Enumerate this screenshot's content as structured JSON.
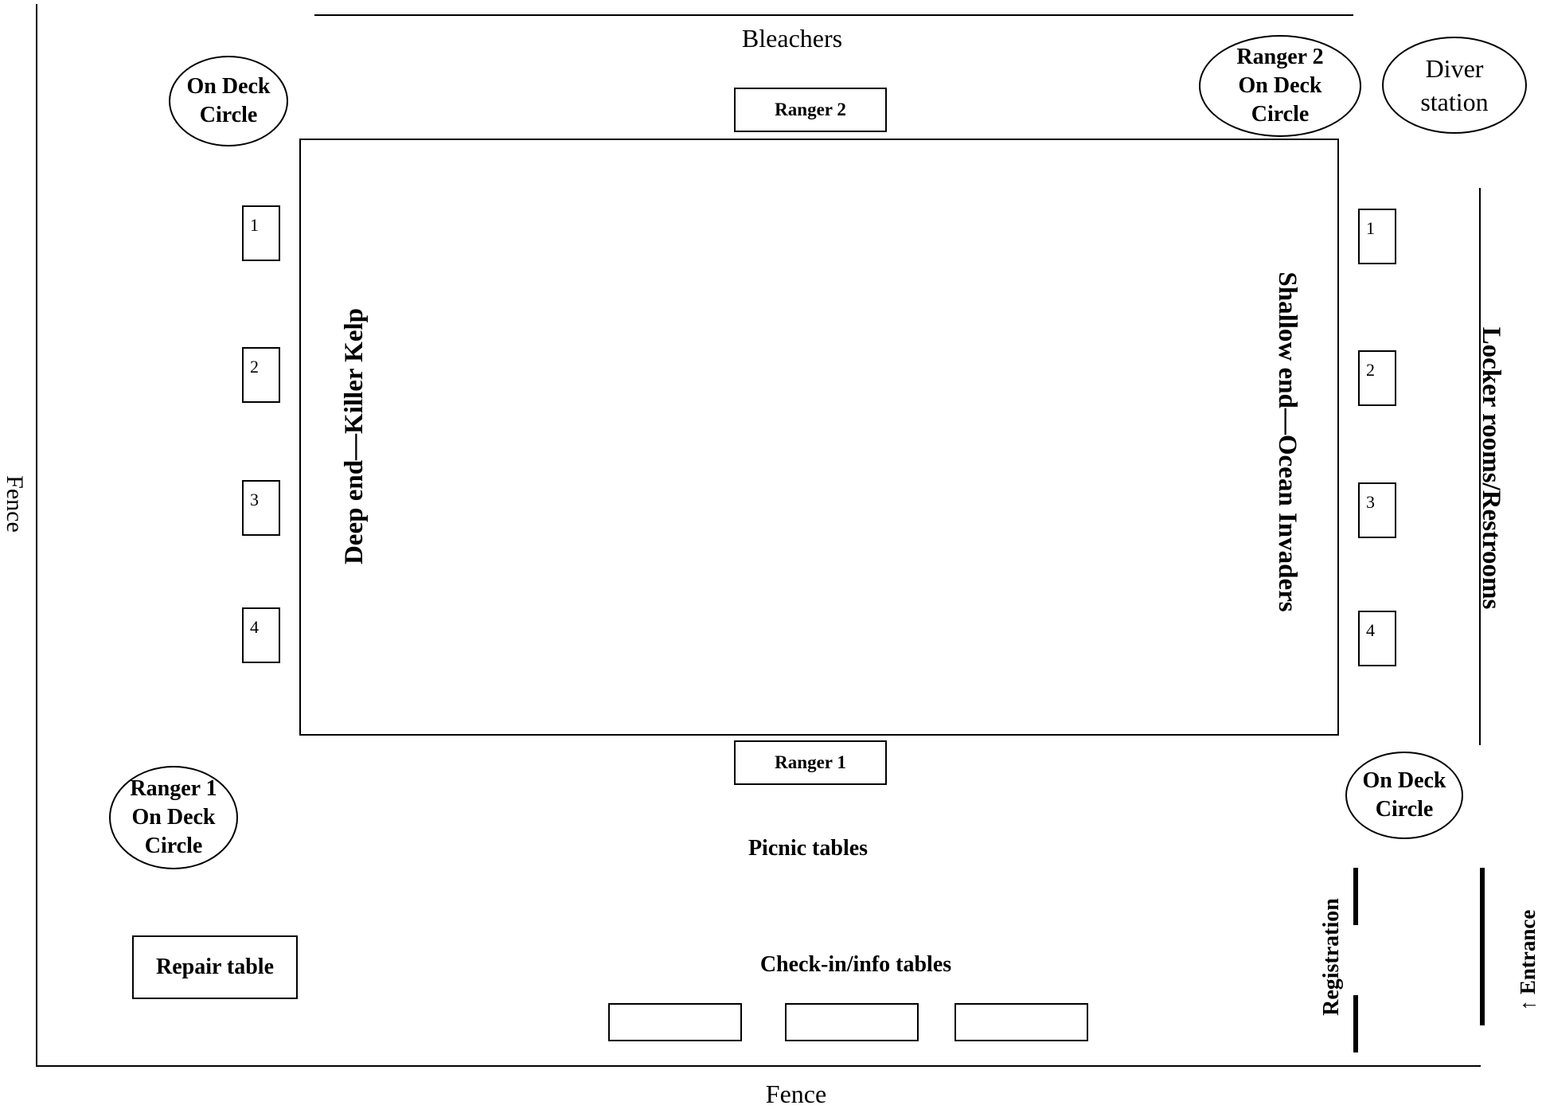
{
  "labels": {
    "bleachers": "Bleachers",
    "fence_bottom": "Fence",
    "fence_left": "Fence",
    "picnic_tables": "Picnic tables",
    "checkin_tables": "Check-in/info tables",
    "repair_table": "Repair table",
    "registration": "Registration",
    "entrance": "↑ Entrance",
    "locker_rooms": "Locker rooms/Restrooms",
    "deep_end": "Deep end—Killer Kelp",
    "shallow_end": "Shallow end—Ocean Invaders",
    "ranger_1_box": "Ranger 1",
    "ranger_2_box": "Ranger 2"
  },
  "circles": {
    "on_deck_top_left": [
      "On Deck",
      "Circle"
    ],
    "ranger2_on_deck": [
      "Ranger 2",
      "On Deck",
      "Circle"
    ],
    "diver_station": [
      "Diver",
      "station"
    ],
    "ranger1_on_deck": [
      "Ranger 1",
      "On Deck",
      "Circle"
    ],
    "on_deck_bottom_right": [
      "On Deck",
      "Circle"
    ]
  },
  "lanes_left": [
    "1",
    "2",
    "3",
    "4"
  ],
  "lanes_right": [
    "1",
    "2",
    "3",
    "4"
  ]
}
